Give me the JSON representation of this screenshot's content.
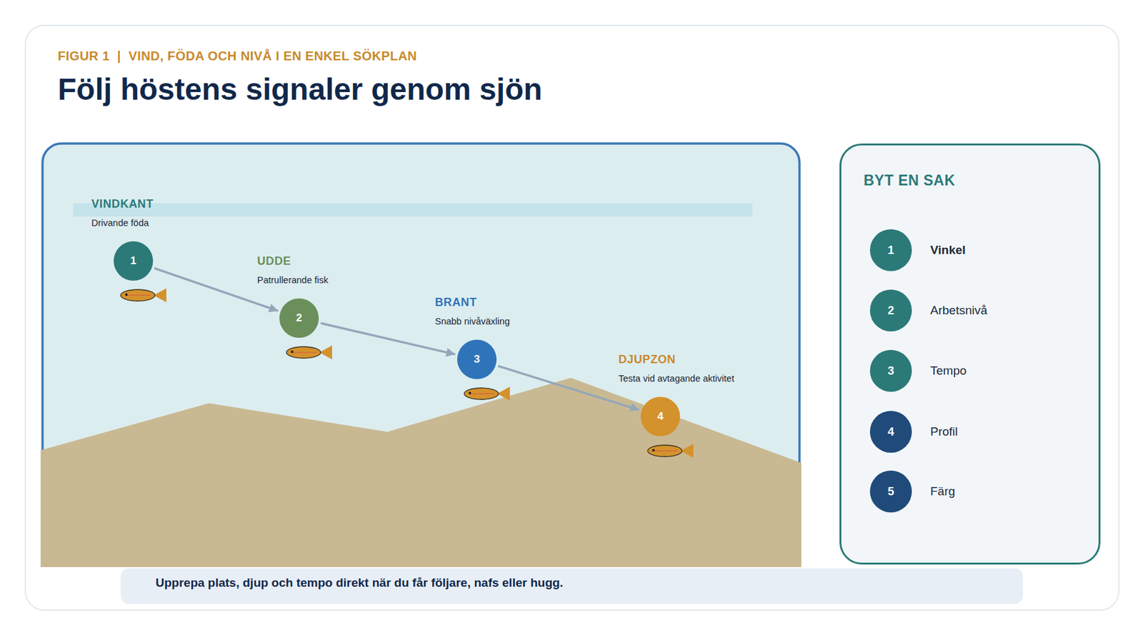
{
  "diagram": {
    "title": "Följ höstens signaler genom sjön",
    "caption": "Upprepa plats, djup och tempo direkt när du får följare, nafs eller hugg.",
    "nodes": [
      {
        "text": [
          "VINDKANT",
          "Drivande föda",
          "1"
        ]
      },
      {
        "text": [
          "UDDE",
          "Patrullerande fisk",
          "2"
        ]
      },
      {
        "text": [
          "BRANT",
          "Snabb nivåväxling",
          "3"
        ]
      },
      {
        "text": [
          "DJUPZON",
          "Testa vid avtagande aktivitet",
          "4"
        ]
      },
      {
        "text": [
          "BYT EN SAK"
        ]
      },
      {
        "text": [
          "1",
          "Vinkel"
        ],
        "in": 4
      },
      {
        "text": [
          "2",
          "Arbetsnivå"
        ],
        "in": 4
      },
      {
        "text": [
          "3",
          "Tempo"
        ],
        "in": 4
      },
      {
        "text": [
          "4",
          "Profil"
        ],
        "in": 4
      },
      {
        "text": [
          "5",
          "Färg"
        ],
        "in": 4
      }
    ],
    "edges": [
      {
        "from": 0,
        "to": 1,
        "arrow": "to"
      },
      {
        "from": 1,
        "to": 2,
        "arrow": "to"
      },
      {
        "from": 2,
        "to": 3,
        "arrow": "to"
      }
    ],
    "labels": [
      "FIGUR 1  |  VIND, FÖDA OCH NIVÅ I EN ENKEL SÖKPLAN"
    ]
  }
}
